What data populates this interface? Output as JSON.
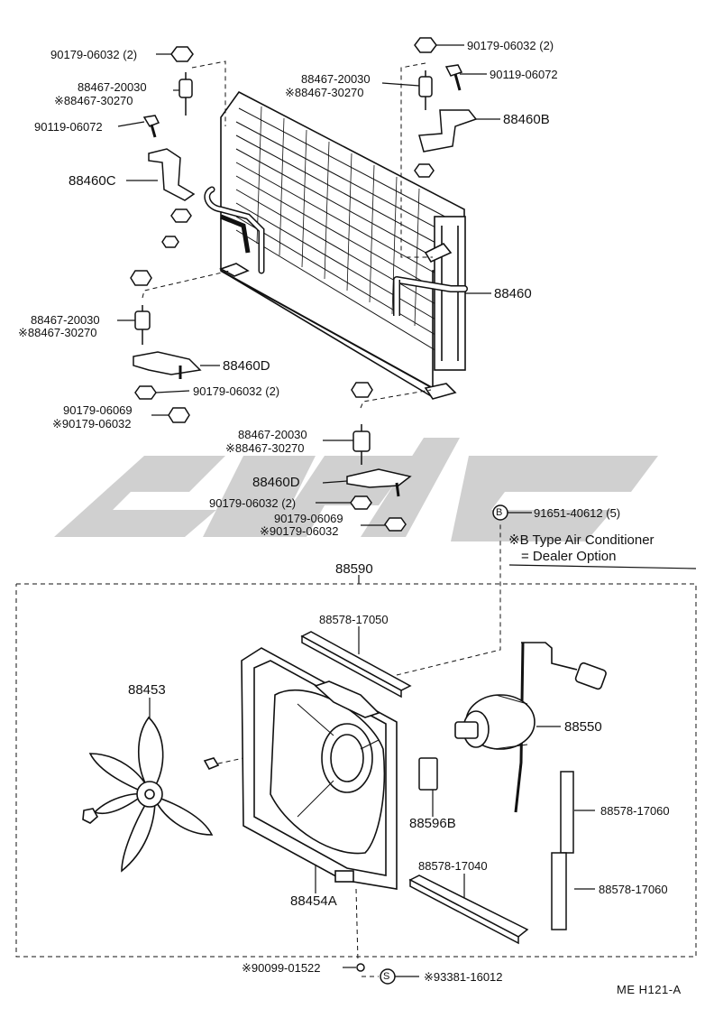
{
  "labels": {
    "l01": "90179-06032 (2)",
    "l02": "88467-20030",
    "l03": "※88467-30270",
    "l04": "90119-06072",
    "l05": "88460C",
    "l06": "90179-06032 (2)",
    "l07": "88467-20030",
    "l08": "※88467-30270",
    "l09": "90119-06072",
    "l10": "88460B",
    "l11": "88460",
    "l12": "88467-20030",
    "l13": "※88467-30270",
    "l14": "88460D",
    "l15": "90179-06032 (2)",
    "l16": "90179-06069",
    "l17": "※90179-06032",
    "l18": "88467-20030",
    "l19": "※88467-30270",
    "l20": "88460D",
    "l21": "90179-06032 (2)",
    "l22": "90179-06069",
    "l23": "※90179-06032",
    "l24": "91651-40612 (5)",
    "l25": "88590",
    "l26": "88578-17050",
    "l27": "88453",
    "l28": "88550",
    "l29": "88596B",
    "l30": "88578-17060",
    "l31": "88578-17040",
    "l32": "88578-17060",
    "l33": "88454A",
    "l34": "※90099-01522",
    "l35": "※93381-16012"
  },
  "callouts": {
    "b": "B",
    "s": "S"
  },
  "note": {
    "line1": "※B Type Air Conditioner",
    "line2": "= Dealer Option"
  },
  "drawing_code": "ME  H121-A",
  "watermark_color": "#c8c8c8"
}
